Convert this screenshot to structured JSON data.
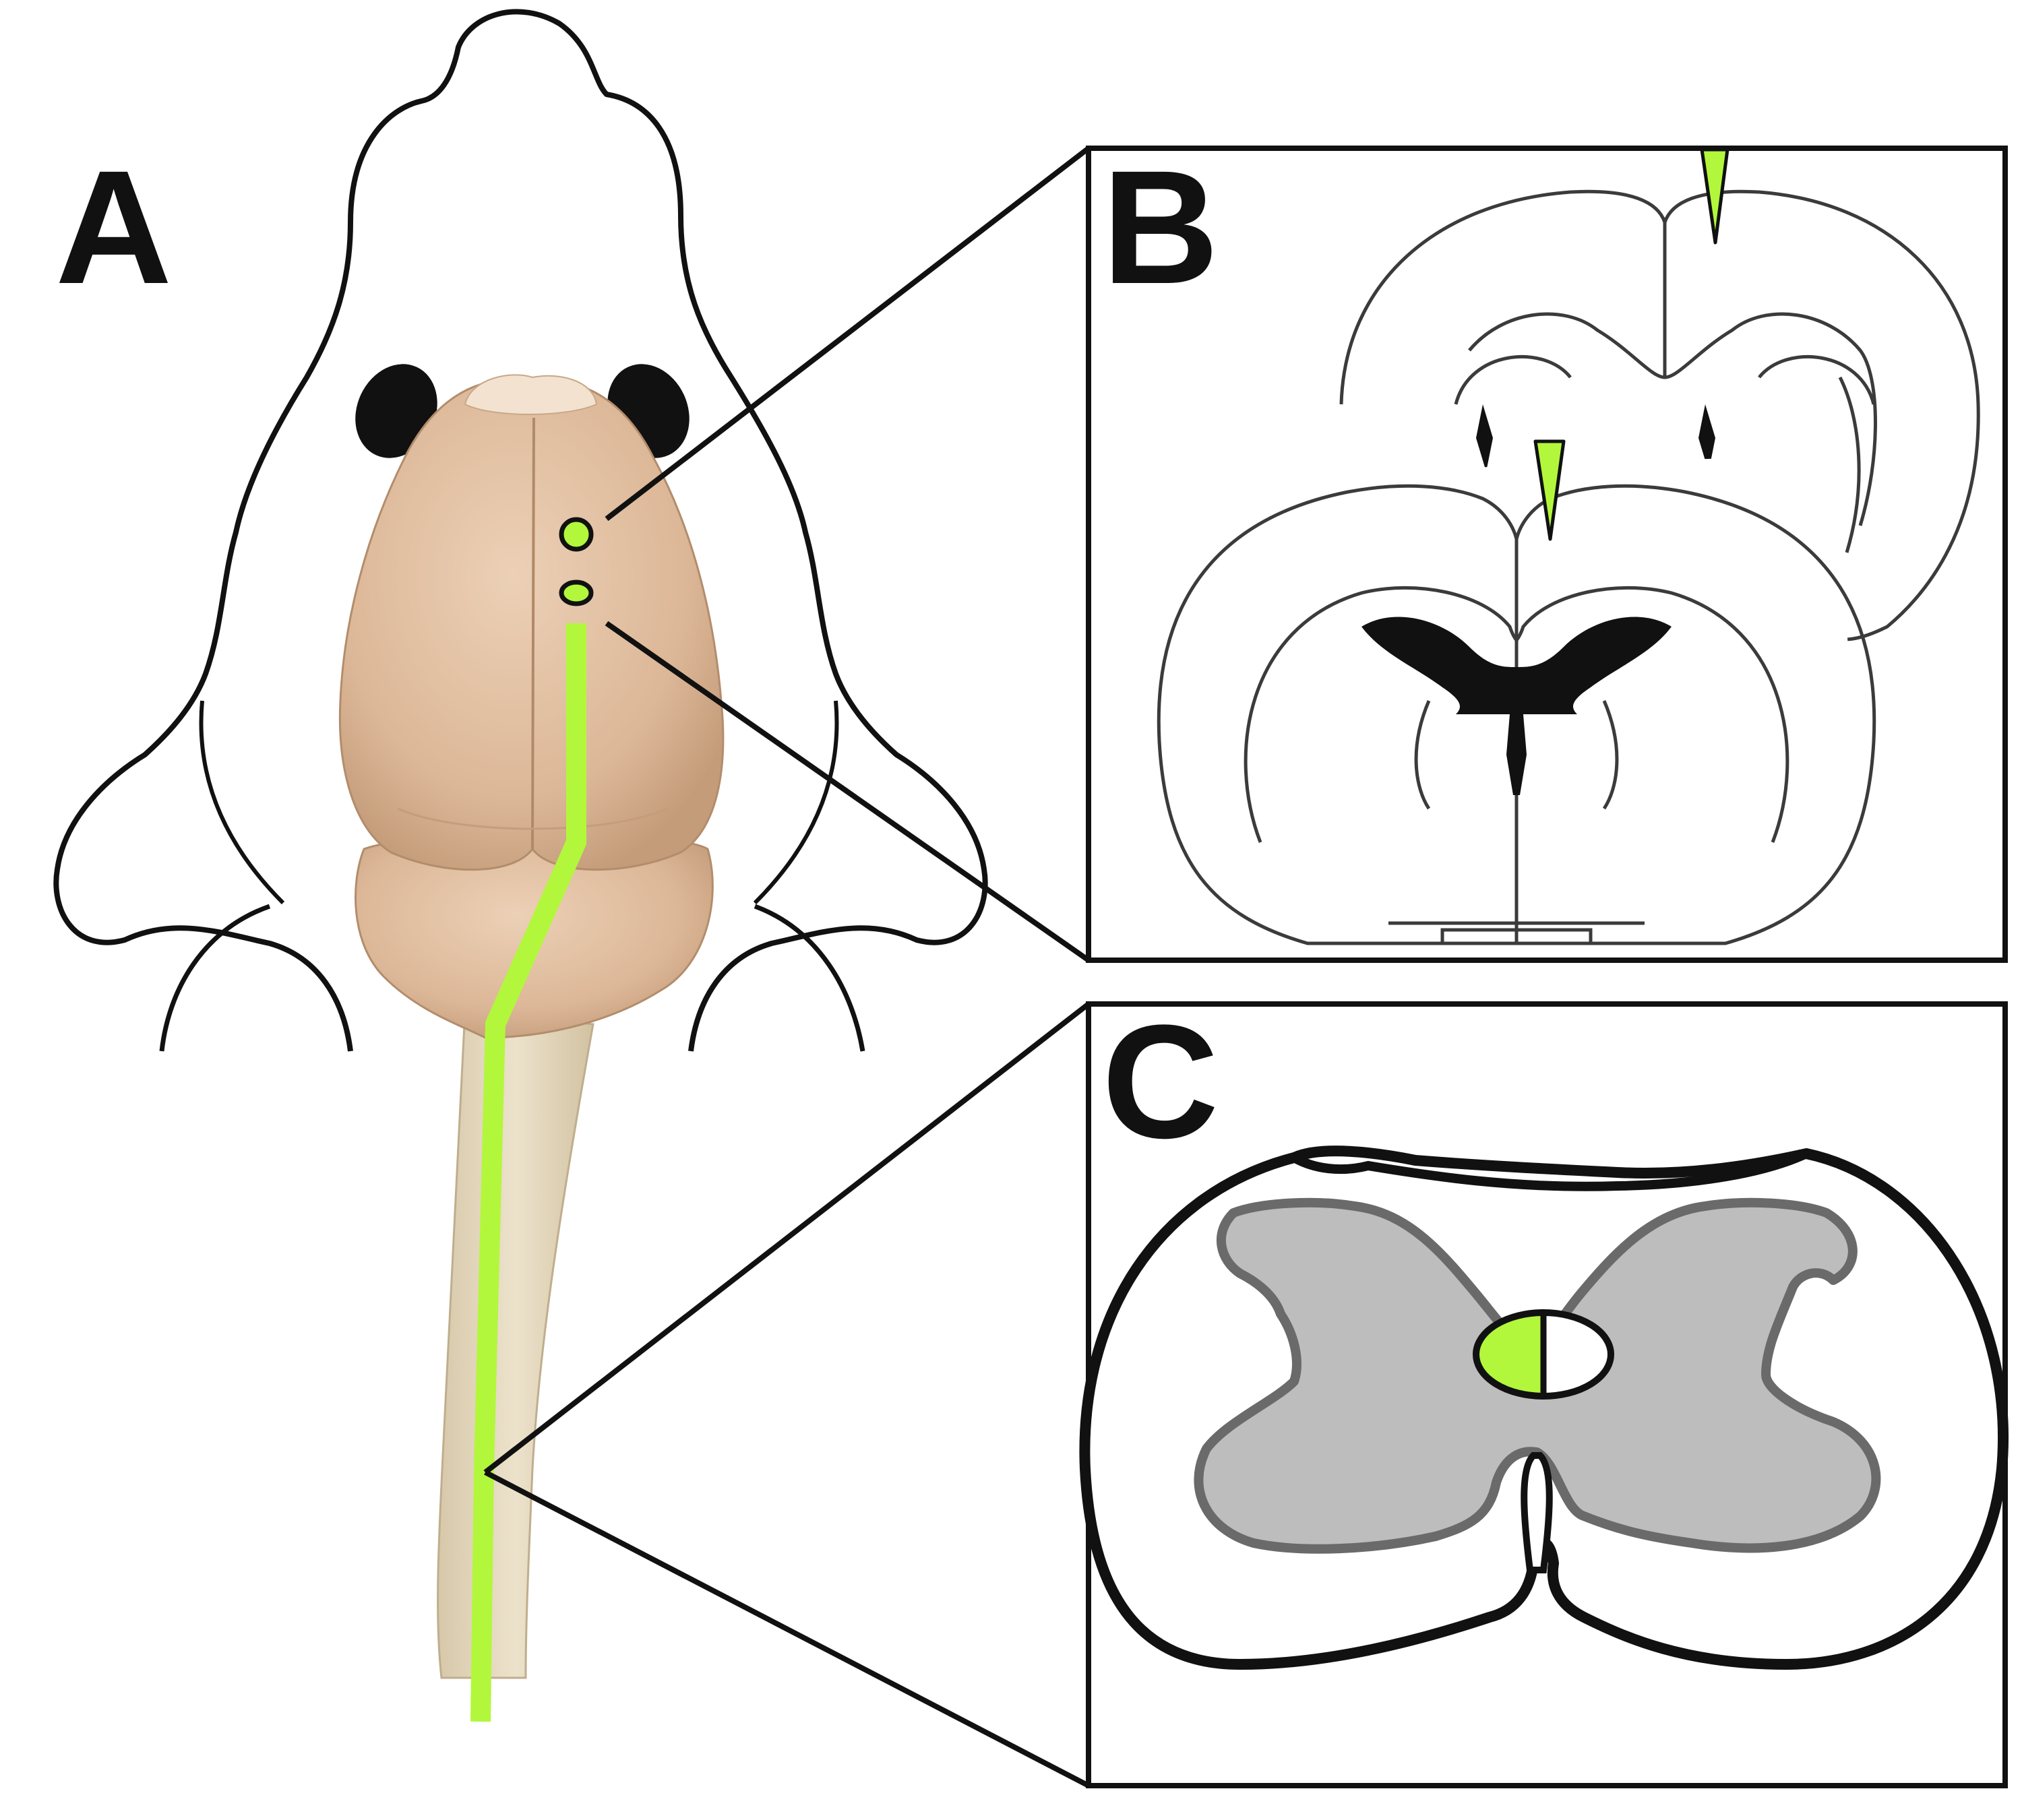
{
  "panels": {
    "a": {
      "label": "A"
    },
    "b": {
      "label": "B"
    },
    "c": {
      "label": "C"
    }
  },
  "colors": {
    "marker_green": "#b2f73c",
    "outline": "#111111",
    "brain_tissue": "#e2bfa1",
    "brain_shadow": "#c69e7c",
    "spinal_cord": "#e8dcc2",
    "gray_matter": "#bdbdbd",
    "gray_matter_outline": "#6a6a6a",
    "atlas_line": "#3b3b3b"
  }
}
